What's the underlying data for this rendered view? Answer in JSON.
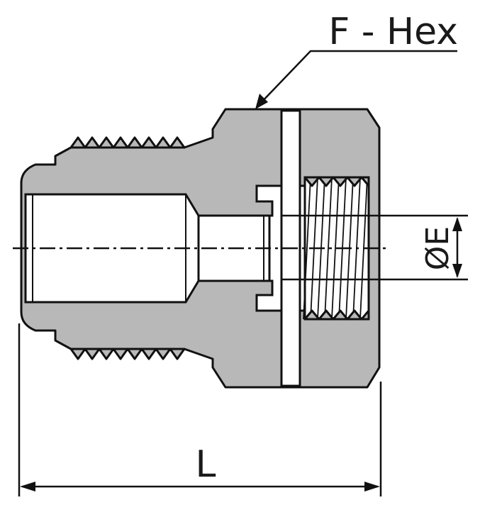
{
  "labels": {
    "hex": "F - Hex",
    "diameter": "ØE",
    "length": "L"
  },
  "colors": {
    "body": "#b8b8b8",
    "line": "#111111",
    "background": "#ffffff"
  }
}
